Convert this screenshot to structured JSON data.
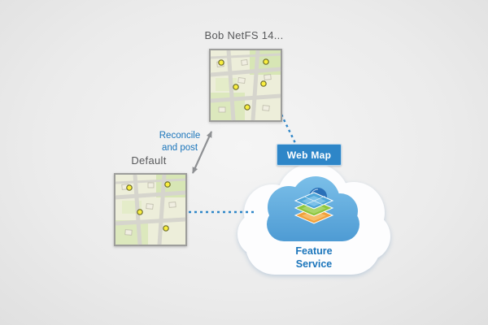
{
  "diagram": {
    "bob_version": {
      "label": "Bob NetFS 14..."
    },
    "default_version": {
      "label": "Default"
    },
    "reconcile": {
      "line1": "Reconcile",
      "line2": "and post"
    },
    "web_map": {
      "label": "Web Map"
    },
    "feature_service": {
      "line1": "Feature",
      "line2": "Service"
    },
    "colors": {
      "background": "#ebebeb",
      "label_gray": "#58595b",
      "accent_blue": "#2e86c8",
      "text_blue": "#1b75bb",
      "cloud_outer": "#fdfdfe",
      "cloud_inner_top": "#7cc0e9",
      "cloud_inner_bottom": "#4493cf",
      "map_border": "#9d9d9b",
      "point_yellow": "#f9ee3e",
      "arrow_gray": "#8e9093",
      "icon_layer_top": "#4fa6d9",
      "icon_layer_middle": "#8dc63f",
      "icon_layer_bottom": "#f0a13c",
      "icon_globe": "#2a70b8"
    },
    "icons": [
      "map-thumbnail",
      "cloud",
      "feature-service-layers",
      "double-arrow",
      "dotted-connector"
    ]
  }
}
